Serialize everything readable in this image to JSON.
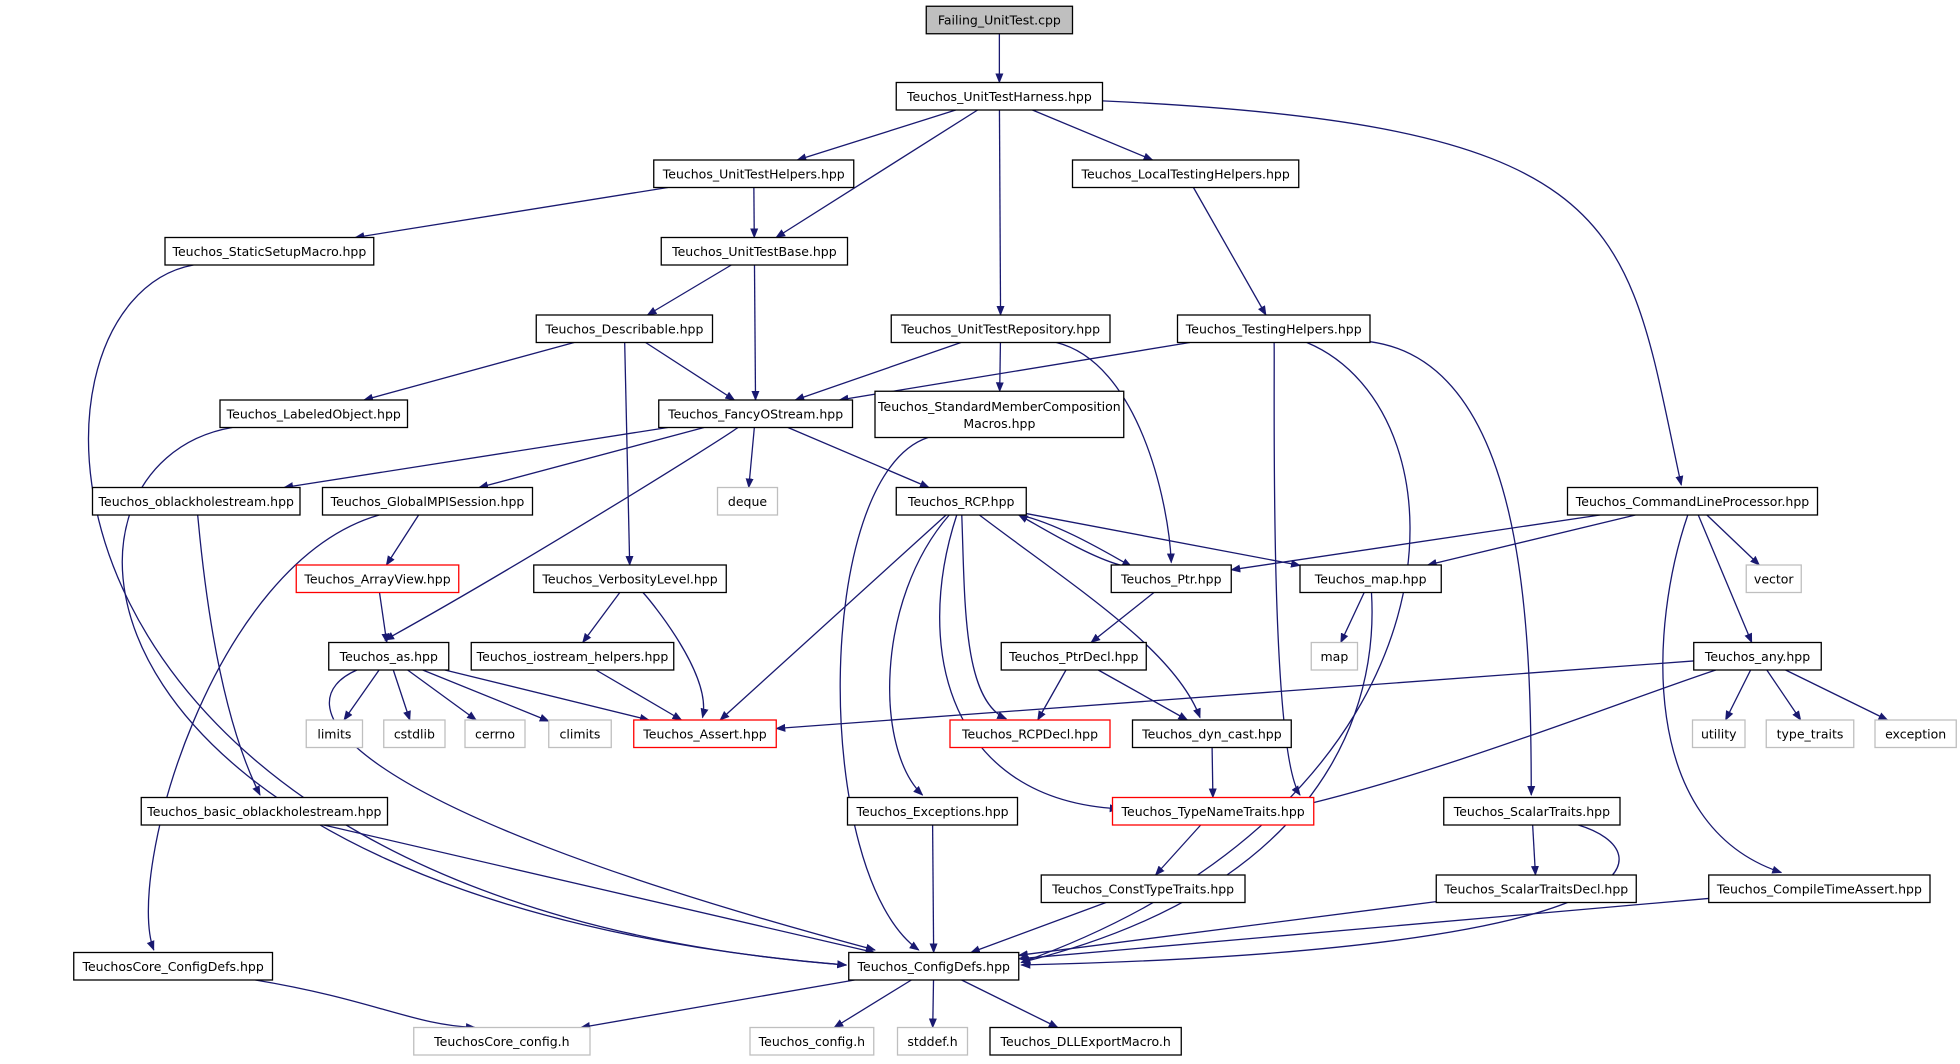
{
  "colors": {
    "edge": "#191970",
    "border_normal": "#000000",
    "border_missing": "#ff0000",
    "border_external": "#bfbfbf",
    "root_fill": "#bfbfbf",
    "node_fill": "#ffffff"
  },
  "nodes": [
    {
      "id": "failing",
      "label": "Failing_UnitTest.cpp",
      "kind": "root"
    },
    {
      "id": "harness",
      "label": "Teuchos_UnitTestHarness.hpp",
      "kind": "normal"
    },
    {
      "id": "helpers",
      "label": "Teuchos_UnitTestHelpers.hpp",
      "kind": "normal"
    },
    {
      "id": "localtest",
      "label": "Teuchos_LocalTestingHelpers.hpp",
      "kind": "normal"
    },
    {
      "id": "staticsetup",
      "label": "Teuchos_StaticSetupMacro.hpp",
      "kind": "normal"
    },
    {
      "id": "testbase",
      "label": "Teuchos_UnitTestBase.hpp",
      "kind": "normal"
    },
    {
      "id": "describable",
      "label": "Teuchos_Describable.hpp",
      "kind": "normal"
    },
    {
      "id": "repository",
      "label": "Teuchos_UnitTestRepository.hpp",
      "kind": "normal"
    },
    {
      "id": "testinghelpers",
      "label": "Teuchos_TestingHelpers.hpp",
      "kind": "normal"
    },
    {
      "id": "labeled",
      "label": "Teuchos_LabeledObject.hpp",
      "kind": "normal"
    },
    {
      "id": "fancy",
      "label": "Teuchos_FancyOStream.hpp",
      "kind": "normal"
    },
    {
      "id": "stdmember",
      "label": "Teuchos_StandardMemberComposition",
      "label2": "Macros.hpp",
      "kind": "normal"
    },
    {
      "id": "oblack",
      "label": "Teuchos_oblackholestream.hpp",
      "kind": "normal"
    },
    {
      "id": "globalmpi",
      "label": "Teuchos_GlobalMPISession.hpp",
      "kind": "normal"
    },
    {
      "id": "deque",
      "label": "deque",
      "kind": "external"
    },
    {
      "id": "rcp",
      "label": "Teuchos_RCP.hpp",
      "kind": "normal"
    },
    {
      "id": "cmdline",
      "label": "Teuchos_CommandLineProcessor.hpp",
      "kind": "normal"
    },
    {
      "id": "arrayview",
      "label": "Teuchos_ArrayView.hpp",
      "kind": "missing"
    },
    {
      "id": "verbosity",
      "label": "Teuchos_VerbosityLevel.hpp",
      "kind": "normal"
    },
    {
      "id": "ptr",
      "label": "Teuchos_Ptr.hpp",
      "kind": "normal"
    },
    {
      "id": "map",
      "label": "Teuchos_map.hpp",
      "kind": "normal"
    },
    {
      "id": "vector",
      "label": "vector",
      "kind": "external"
    },
    {
      "id": "as",
      "label": "Teuchos_as.hpp",
      "kind": "normal"
    },
    {
      "id": "iostream",
      "label": "Teuchos_iostream_helpers.hpp",
      "kind": "normal"
    },
    {
      "id": "ptrdecl",
      "label": "Teuchos_PtrDecl.hpp",
      "kind": "normal"
    },
    {
      "id": "stdmap",
      "label": "map",
      "kind": "external"
    },
    {
      "id": "any",
      "label": "Teuchos_any.hpp",
      "kind": "normal"
    },
    {
      "id": "limits",
      "label": "limits",
      "kind": "external"
    },
    {
      "id": "cstdlib",
      "label": "cstdlib",
      "kind": "external"
    },
    {
      "id": "cerrno",
      "label": "cerrno",
      "kind": "external"
    },
    {
      "id": "climits",
      "label": "climits",
      "kind": "external"
    },
    {
      "id": "assert",
      "label": "Teuchos_Assert.hpp",
      "kind": "missing"
    },
    {
      "id": "rcpdecl",
      "label": "Teuchos_RCPDecl.hpp",
      "kind": "missing"
    },
    {
      "id": "dyncast",
      "label": "Teuchos_dyn_cast.hpp",
      "kind": "normal"
    },
    {
      "id": "utility",
      "label": "utility",
      "kind": "external"
    },
    {
      "id": "typetraits",
      "label": "type_traits",
      "kind": "external"
    },
    {
      "id": "exception",
      "label": "exception",
      "kind": "external"
    },
    {
      "id": "basicoblack",
      "label": "Teuchos_basic_oblackholestream.hpp",
      "kind": "normal"
    },
    {
      "id": "exceptions",
      "label": "Teuchos_Exceptions.hpp",
      "kind": "normal"
    },
    {
      "id": "typename",
      "label": "Teuchos_TypeNameTraits.hpp",
      "kind": "missing"
    },
    {
      "id": "scalartraits",
      "label": "Teuchos_ScalarTraits.hpp",
      "kind": "normal"
    },
    {
      "id": "consttype",
      "label": "Teuchos_ConstTypeTraits.hpp",
      "kind": "normal"
    },
    {
      "id": "scalardecl",
      "label": "Teuchos_ScalarTraitsDecl.hpp",
      "kind": "normal"
    },
    {
      "id": "compiletime",
      "label": "Teuchos_CompileTimeAssert.hpp",
      "kind": "normal"
    },
    {
      "id": "coreconfigdefs",
      "label": "TeuchosCore_ConfigDefs.hpp",
      "kind": "normal"
    },
    {
      "id": "configdefs",
      "label": "Teuchos_ConfigDefs.hpp",
      "kind": "normal"
    },
    {
      "id": "coreconfig",
      "label": "TeuchosCore_config.h",
      "kind": "external"
    },
    {
      "id": "config",
      "label": "Teuchos_config.h",
      "kind": "external"
    },
    {
      "id": "stddef",
      "label": "stddef.h",
      "kind": "external"
    },
    {
      "id": "dllexport",
      "label": "Teuchos_DLLExportMacro.h",
      "kind": "normal"
    }
  ],
  "edges": [
    [
      "failing",
      "harness"
    ],
    [
      "harness",
      "helpers"
    ],
    [
      "harness",
      "testbase"
    ],
    [
      "harness",
      "localtest"
    ],
    [
      "harness",
      "repository"
    ],
    [
      "harness",
      "cmdline"
    ],
    [
      "helpers",
      "staticsetup"
    ],
    [
      "helpers",
      "testbase"
    ],
    [
      "localtest",
      "testinghelpers"
    ],
    [
      "staticsetup",
      "configdefs"
    ],
    [
      "testbase",
      "describable"
    ],
    [
      "testbase",
      "fancy"
    ],
    [
      "describable",
      "labeled"
    ],
    [
      "describable",
      "fancy"
    ],
    [
      "describable",
      "verbosity"
    ],
    [
      "repository",
      "fancy"
    ],
    [
      "repository",
      "stdmember"
    ],
    [
      "repository",
      "ptr"
    ],
    [
      "testinghelpers",
      "fancy"
    ],
    [
      "testinghelpers",
      "typename"
    ],
    [
      "testinghelpers",
      "configdefs"
    ],
    [
      "testinghelpers",
      "scalartraits"
    ],
    [
      "labeled",
      "configdefs"
    ],
    [
      "fancy",
      "oblack"
    ],
    [
      "fancy",
      "globalmpi"
    ],
    [
      "fancy",
      "as"
    ],
    [
      "fancy",
      "deque"
    ],
    [
      "fancy",
      "rcp"
    ],
    [
      "stdmember",
      "configdefs"
    ],
    [
      "oblack",
      "basicoblack"
    ],
    [
      "globalmpi",
      "arrayview"
    ],
    [
      "globalmpi",
      "coreconfigdefs"
    ],
    [
      "arrayview",
      "as"
    ],
    [
      "verbosity",
      "iostream"
    ],
    [
      "verbosity",
      "assert"
    ],
    [
      "rcp",
      "ptr"
    ],
    [
      "rcp",
      "map"
    ],
    [
      "rcp",
      "assert"
    ],
    [
      "rcp",
      "exceptions"
    ],
    [
      "rcp",
      "typename"
    ],
    [
      "rcp",
      "rcpdecl"
    ],
    [
      "rcp",
      "dyncast"
    ],
    [
      "ptr",
      "rcp"
    ],
    [
      "ptr",
      "ptrdecl"
    ],
    [
      "cmdline",
      "ptr"
    ],
    [
      "cmdline",
      "map"
    ],
    [
      "cmdline",
      "vector"
    ],
    [
      "cmdline",
      "any"
    ],
    [
      "cmdline",
      "compiletime"
    ],
    [
      "map",
      "stdmap"
    ],
    [
      "map",
      "configdefs"
    ],
    [
      "as",
      "limits"
    ],
    [
      "as",
      "cstdlib"
    ],
    [
      "as",
      "cerrno"
    ],
    [
      "as",
      "climits"
    ],
    [
      "as",
      "assert"
    ],
    [
      "as",
      "configdefs"
    ],
    [
      "iostream",
      "assert"
    ],
    [
      "ptrdecl",
      "rcpdecl"
    ],
    [
      "ptrdecl",
      "dyncast"
    ],
    [
      "any",
      "assert"
    ],
    [
      "any",
      "utility"
    ],
    [
      "any",
      "typetraits"
    ],
    [
      "any",
      "exception"
    ],
    [
      "any",
      "typename"
    ],
    [
      "dyncast",
      "typename"
    ],
    [
      "basicoblack",
      "configdefs"
    ],
    [
      "exceptions",
      "configdefs"
    ],
    [
      "typename",
      "consttype"
    ],
    [
      "consttype",
      "configdefs"
    ],
    [
      "scalartraits",
      "scalardecl"
    ],
    [
      "scalartraits",
      "configdefs"
    ],
    [
      "scalardecl",
      "configdefs"
    ],
    [
      "compiletime",
      "configdefs"
    ],
    [
      "coreconfigdefs",
      "coreconfig"
    ],
    [
      "configdefs",
      "coreconfig"
    ],
    [
      "configdefs",
      "config"
    ],
    [
      "configdefs",
      "stddef"
    ],
    [
      "configdefs",
      "dllexport"
    ]
  ]
}
